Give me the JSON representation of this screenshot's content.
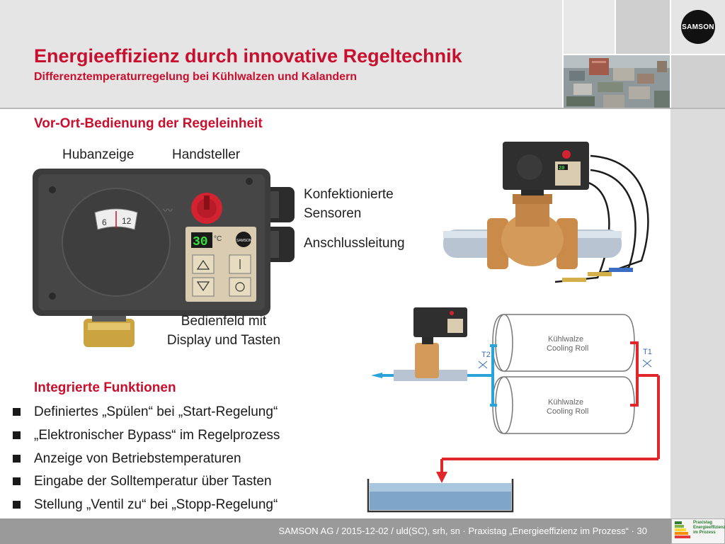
{
  "header": {
    "title": "Energieeffizienz durch innovative Regeltechnik",
    "subtitle": "Differenztemperaturregelung bei Kühlwalzen und Kalandern",
    "logo_text": "SAMSON"
  },
  "main": {
    "section_title": "Vor-Ort-Bedienung der Regeleinheit",
    "labels": {
      "stroke_indicator": "Hubanzeige",
      "manual_adjuster": "Handsteller",
      "sensors_line1": "Konfektionierte",
      "sensors_line2": "Sensoren",
      "connection_line": "Anschlussleitung",
      "panel_line1": "Bedienfeld mit",
      "panel_line2": "Display und Tasten"
    },
    "device": {
      "dial_left": "6",
      "dial_right": "12",
      "display_value": "30",
      "display_unit": "°C",
      "panel_logo": "SAMSON",
      "small_display_value": "20"
    },
    "functions_title": "Integrierte Funktionen",
    "functions": [
      "Definiertes „Spülen“ bei „Start-Regelung“",
      "„Elektronischer Bypass“ im Regelprozess",
      "Anzeige von Betriebstemperaturen",
      "Eingabe der Solltemperatur über Tasten",
      "Stellung „Ventil zu“ bei „Stopp-Regelung“"
    ]
  },
  "diagram": {
    "roll1_line1": "Kühlwalze",
    "roll1_line2": "Cooling Roll",
    "roll2_line1": "Kühlwalze",
    "roll2_line2": "Cooling Roll",
    "sensor_t1": "T1",
    "sensor_t2": "T2"
  },
  "footer": {
    "text": "SAMSON AG / 2015-12-02 / uld(SC), srh, sn  ·  Praxistag „Energieeffizienz im Prozess“  ·  30",
    "badge_line1": "Praxistag",
    "badge_line2": "Energieeffizienz",
    "badge_line3": "im Prozess"
  },
  "colors": {
    "accent": "#c8102e",
    "cold_line": "#29a3d9",
    "hot_line": "#e2272c",
    "tick_label": "#3a6db0"
  }
}
